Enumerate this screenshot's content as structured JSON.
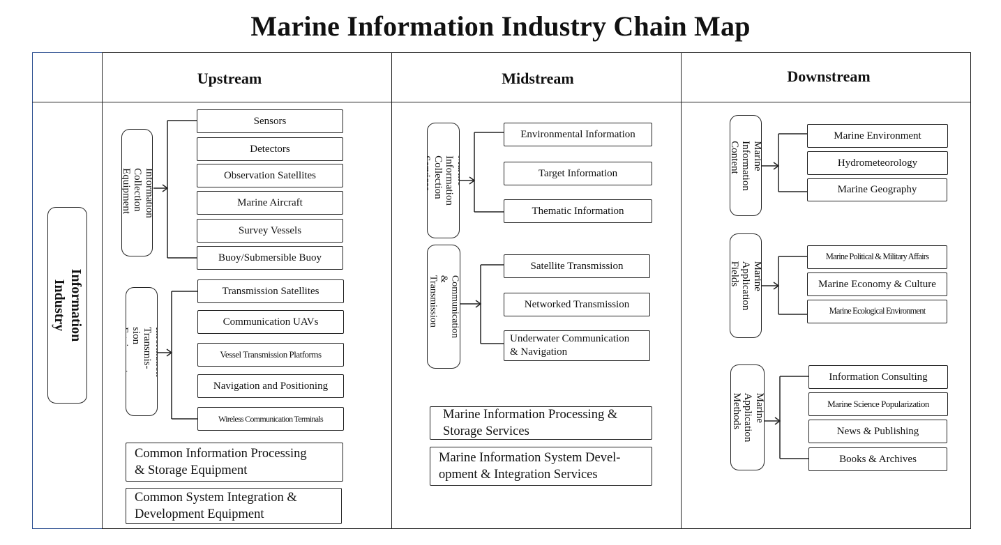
{
  "title": "Marine Information Industry Chain Map",
  "side_label": "Marine Information\nIndustry Chain Map",
  "columns": {
    "upstream": "Upstream",
    "midstream": "Midstream",
    "downstream": "Downstream"
  },
  "upstream": {
    "collection_group": "Information Collection\nEquipment",
    "collection_items": [
      "Sensors",
      "Detectors",
      "Observation Satellites",
      "Marine Aircraft",
      "Survey Vessels",
      "Buoy/Submersible Buoy"
    ],
    "transmission_group": "Information Transmis-\nsion Equipment",
    "transmission_items": [
      "Transmission Satellites",
      "Communication UAVs",
      "Vessel Transmission Platforms",
      "Navigation and Positioning",
      "Wireless Communication Terminals"
    ],
    "processing": "Common Information Processing\n& Storage Equipment",
    "integration": "Common System Integration &\nDevelopment Equipment"
  },
  "midstream": {
    "collection_group": "Marine Information\nCollection Services",
    "collection_items": [
      "Environmental Information",
      "Target Information",
      "Thematic Information"
    ],
    "comm_group": "Marine Communication &\nTransmission Services",
    "comm_items": [
      "Satellite Transmission",
      "Networked Transmission",
      "Underwater Communication\n& Navigation"
    ],
    "processing": "Marine Information Processing &\nStorage Services",
    "development": "Marine Information System Devel-\nopment & Integration Services"
  },
  "downstream": {
    "content_group": "Marine Information\nContent",
    "content_items": [
      "Marine Environment",
      "Hydrometeorology",
      "Marine Geography"
    ],
    "fields_group": "Marine Application\nFields",
    "fields_items": [
      "Marine Political & Military Affairs",
      "Marine Economy & Culture",
      "Marine Ecological Environment"
    ],
    "methods_group": "Marine Application\nMethods",
    "methods_items": [
      "Information Consulting",
      "Marine Science Popularization",
      "News & Publishing",
      "Books & Archives"
    ]
  }
}
